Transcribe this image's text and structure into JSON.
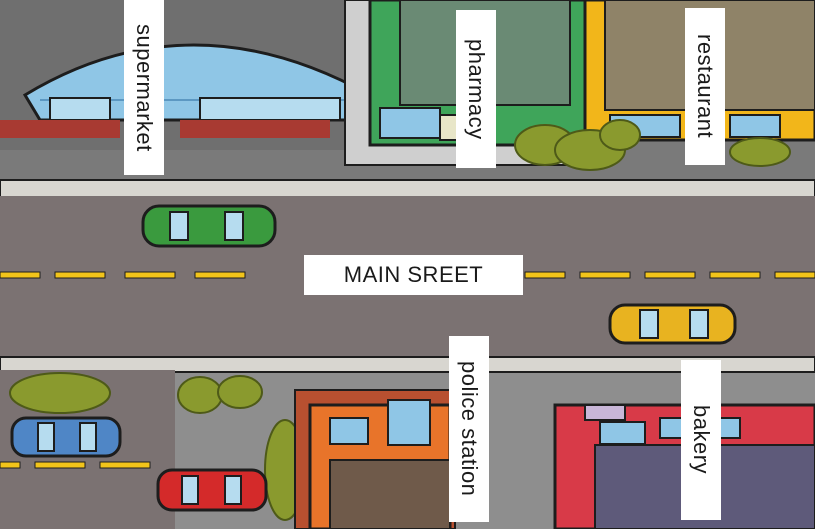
{
  "map": {
    "street_label": "MAIN SREET",
    "buildings": {
      "supermarket": "supermarket",
      "pharmacy": "pharmacy",
      "restaurant": "restaurant",
      "police_station": "police station",
      "bakery": "bakery"
    },
    "colors": {
      "road": "#7b7272",
      "sidewalk": "#d8d6d0",
      "lane_marking": "#f2c41a",
      "supermarket_roof": "#8fc6e6",
      "pharmacy": "#3fa55a",
      "restaurant": "#f2b61a",
      "police_station": "#e8742a",
      "bakery": "#d83a48",
      "car_green": "#3a9a3e",
      "car_yellow": "#e8b320",
      "car_blue": "#4f86c6",
      "car_red": "#d42a2a",
      "bushes": "#8a9a2e"
    }
  }
}
